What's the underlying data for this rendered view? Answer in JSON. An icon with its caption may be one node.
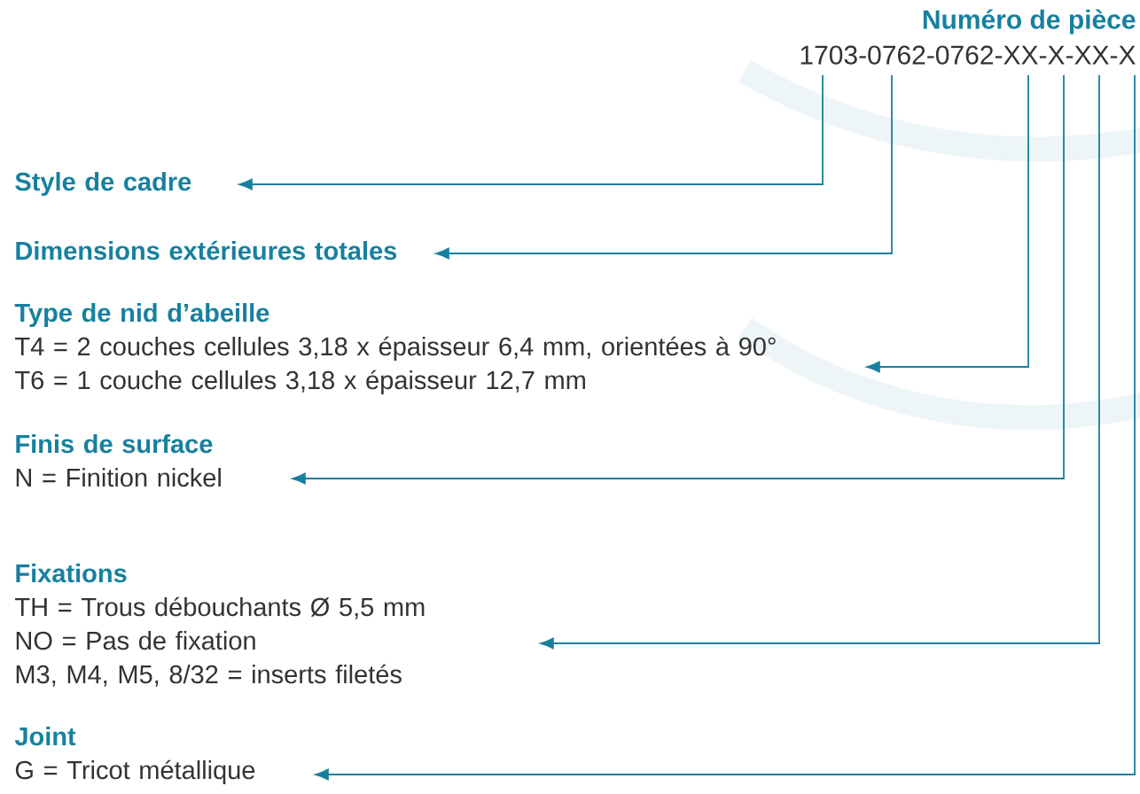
{
  "diagram": {
    "nodes": [
      {
        "text": [
          "Numéro de pièce",
          "1703-0762-0762-XX-X-XX-X"
        ]
      },
      {
        "text": [
          "Style de cadre"
        ]
      },
      {
        "text": [
          "Dimensions extérieures totales"
        ]
      },
      {
        "text": [
          "Type de nid d’abeille",
          "T4 = 2 couches cellules 3,18 x épaisseur 6,4 mm, orientées à 90°",
          "T6 = 1 couche cellules 3,18 x épaisseur 12,7 mm"
        ]
      },
      {
        "text": [
          "Finis de surface",
          "N = Finition nickel"
        ]
      },
      {
        "text": [
          "Fixations",
          "TH = Trous débouchants Ø 5,5 mm",
          "NO = Pas de fixation",
          "M3, M4, M5, 8/32 = inserts filetés"
        ]
      },
      {
        "text": [
          "Joint",
          "G = Tricot métallique"
        ]
      }
    ],
    "edges": [
      {
        "from": 0,
        "to": 1,
        "arrow": "to"
      },
      {
        "from": 0,
        "to": 2,
        "arrow": "to"
      },
      {
        "from": 0,
        "to": 3,
        "arrow": "to"
      },
      {
        "from": 0,
        "to": 4,
        "arrow": "to"
      },
      {
        "from": 0,
        "to": 5,
        "arrow": "to"
      },
      {
        "from": 0,
        "to": 6,
        "arrow": "to"
      }
    ]
  }
}
